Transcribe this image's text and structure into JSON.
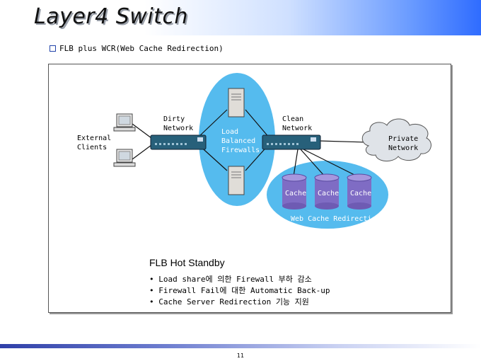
{
  "header": {
    "title": "Layer4 Switch"
  },
  "subtitle": "FLB plus WCR(Web Cache Redirection)",
  "diagram": {
    "external_clients": "External\nClients",
    "dirty_network": "Dirty\nNetwork",
    "clean_network": "Clean\nNetwork",
    "load_balanced_firewalls": "Load\nBalanced\nFirewalls",
    "private_network": "Private\nNetwork",
    "cache_labels": [
      "Cache",
      "Cache",
      "Cache"
    ],
    "web_cache_redirection": "Web Cache Redirection"
  },
  "notes": {
    "title": "FLB Hot Standby",
    "bullets": [
      "Load share에 의한 Firewall 부하 감소",
      "Firewall Fail에 대한 Automatic Back-up",
      "Cache Server Redirection 기능 지원"
    ]
  },
  "footer": {
    "page_number": "11"
  }
}
